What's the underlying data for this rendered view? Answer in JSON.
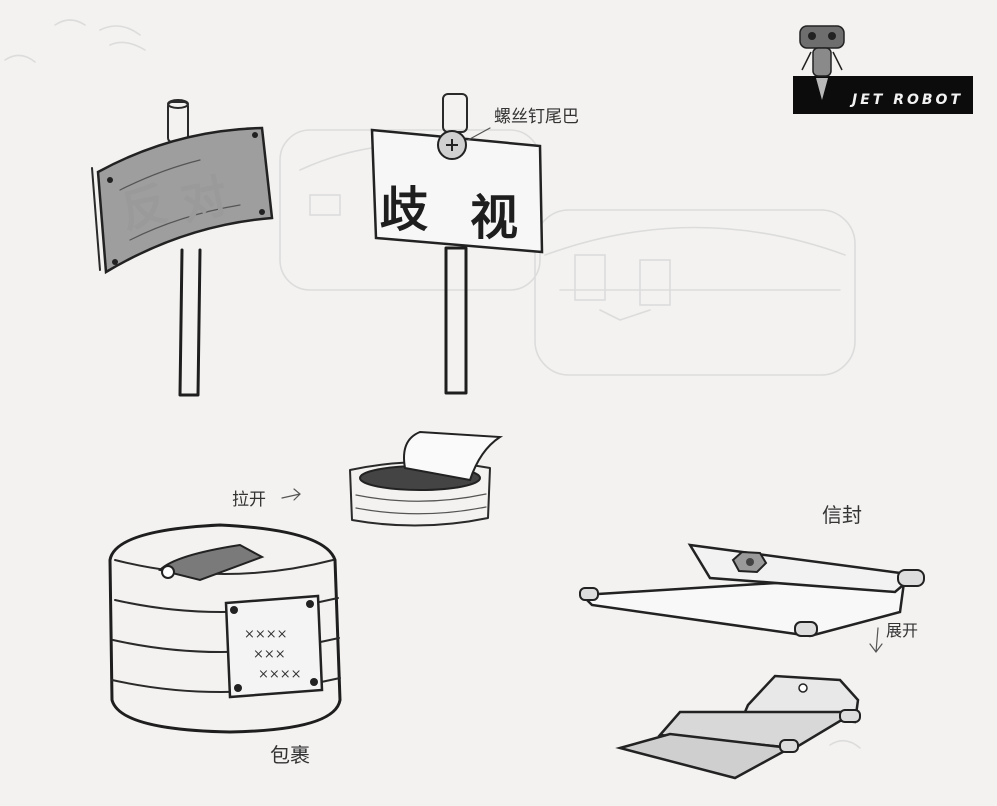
{
  "logo": {
    "text": "JET ROBOT"
  },
  "sign_left": {
    "text_1": "反",
    "text_2": "对"
  },
  "sign_right": {
    "text_1": "歧",
    "text_2": "视",
    "screw_note": "螺丝钉尾巴"
  },
  "can": {
    "pull_note": "拉开",
    "label_line_1": "××××",
    "label_line_2": "×××",
    "label_line_3": "××××",
    "caption": "包裹"
  },
  "envelope": {
    "caption": "信封",
    "unfold_note": "展开"
  },
  "colors": {
    "paper": "#f3f2f0",
    "ink": "#2a2a2a",
    "logo_bg": "#0c0c0c"
  }
}
